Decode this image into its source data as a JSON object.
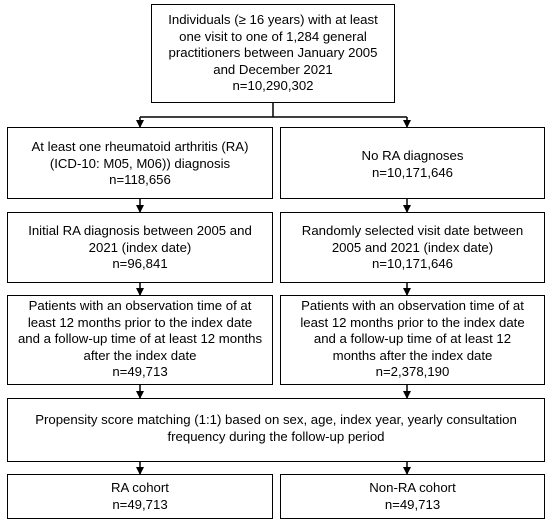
{
  "boxes": {
    "top": {
      "lines": [
        "Individuals (≥ 16 years) with at least",
        "one visit to one of 1,284 general",
        "practitioners between January 2005",
        "and December 2021"
      ],
      "n": "n=10,290,302"
    },
    "ra_diag": {
      "lines": [
        "At least one rheumatoid arthritis (RA)",
        "(ICD-10: M05, M06)) diagnosis"
      ],
      "n": "n=118,656"
    },
    "no_ra": {
      "lines": [
        "No RA diagnoses"
      ],
      "n": "n=10,171,646"
    },
    "ra_initial": {
      "lines": [
        "Initial RA diagnosis between 2005 and",
        "2021 (index date)"
      ],
      "n": "n=96,841"
    },
    "random_visit": {
      "lines": [
        "Randomly selected visit date between",
        "2005 and 2021 (index date)"
      ],
      "n": "n=10,171,646"
    },
    "ra_obs": {
      "lines": [
        "Patients with an observation time of at",
        "least 12 months prior to the index date",
        "and a follow-up time of at least 12 months",
        "after the index date"
      ],
      "n": "n=49,713"
    },
    "non_obs": {
      "lines": [
        "Patients with an observation time of at",
        "least 12 months prior to the index date",
        "and a follow-up time of at least 12",
        "months after the index date"
      ],
      "n": "n=2,378,190"
    },
    "psm": {
      "lines": [
        "Propensity score matching (1:1) based on sex, age, index year, yearly consultation",
        "frequency during the follow-up period"
      ]
    },
    "ra_cohort": {
      "lines": [
        "RA cohort"
      ],
      "n": "n=49,713"
    },
    "non_ra_cohort": {
      "lines": [
        "Non-RA cohort"
      ],
      "n": "n=49,713"
    }
  }
}
